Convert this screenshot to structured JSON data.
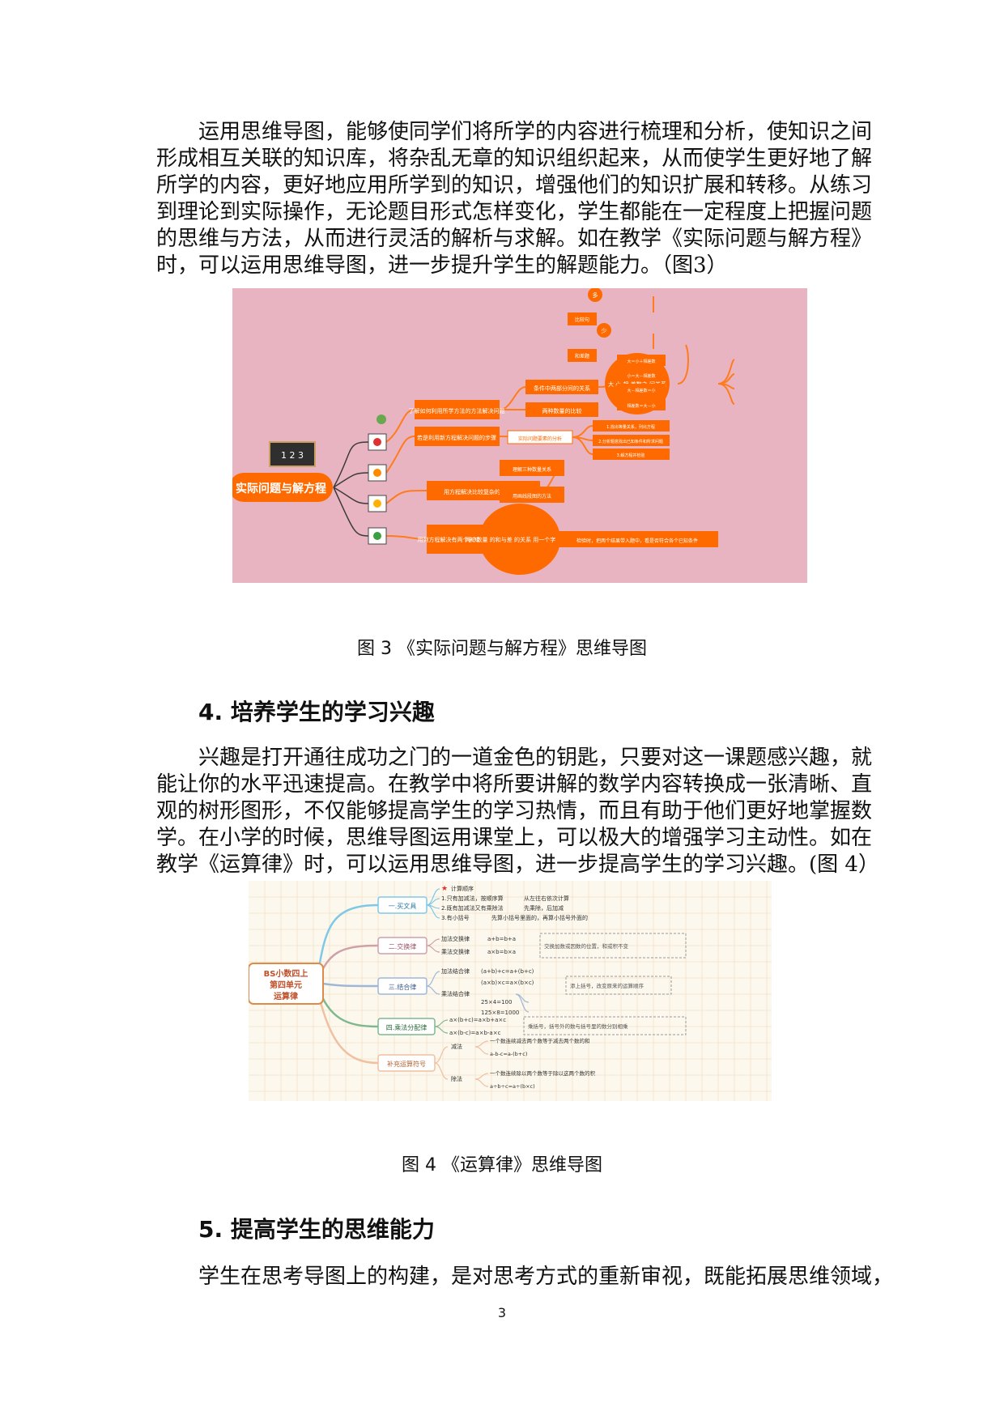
{
  "para1": {
    "lines": [
      "运用思维导图，能够使同学们将所学的内容进行梳理和分析，使知识之间",
      "形成相互关联的知识库，将杂乱无章的知识组织起来，从而使学生更好地了解",
      "所学的内容，更好地应用所学到的知识，增强他们的知识扩展和转移。从练习",
      "到理论到实际操作，无论题目形式怎样变化，学生都能在一定程度上把握问题",
      "的思维与方法，从而进行灵活的解析与求解。如在教学《实际问题与解方程》",
      "时，可以运用思维导图，进一步提升学生的解题能力。（图3）"
    ]
  },
  "figure3": {
    "caption": "图 3 《实际问题与解方程》思维导图",
    "central": "实际问题与解方程",
    "board": "1 2 3",
    "branch1": "了解如何利用所学方法的方法解决问题",
    "branch2": "若是利用新方程解决问题的步骤",
    "branch3": "用方程解决比较复杂的实际问题",
    "branch4": "用列方程解决有两个未知数的实际问题的思路与方法",
    "sub1a": "条件中两部分间的关系",
    "sub1b": "两种数量的比较",
    "sub2a": "实际问题要素的分析",
    "sub3a": "理解三种数量关系",
    "sub3b": "用画线段图的方法",
    "circle1": "大 小 相 差数之 间关系",
    "circle4": "两个数量 的和与差 的关系 用一个字 母表示",
    "top1": "多",
    "top2": "少",
    "topbox1": "比较句",
    "topbox2": "和差题",
    "right1": "大＝小＋相差数",
    "right2": "小＝大－相差数",
    "right3": "大－相差数＝小",
    "right4": "相差数＝大－小",
    "mid1": "1.找出等量关系，列出方程",
    "mid2": "2.分析题意找出已知条件和所求问题",
    "mid3": "3.解方程并检验",
    "final": "检验时，把两个结果带入题中，看是否符合各个已知条件"
  },
  "heading4": {
    "text": "4. 培养学生的学习兴趣"
  },
  "para2": {
    "lines": [
      "兴趣是打开通往成功之门的一道金色的钥匙，只要对这一课题感兴趣，就",
      "能让你的水平迅速提高。在教学中将所要讲解的数学内容转换成一张清晰、直",
      "观的树形图形，不仅能够提高学生的学习热情，而且有助于他们更好地掌握数",
      "学。在小学的时候，思维导图运用课堂上，可以极大的增强学习主动性。如在",
      "教学《运算律》时，可以运用思维导图，进一步提高学生的学习兴趣。(图 4）"
    ]
  },
  "figure4": {
    "caption": "图 4 《运算律》思维导图",
    "root_l1": "BS小数四上",
    "root_l2": "第四单元",
    "root_l3": "运算律",
    "b1": "一.买文具",
    "b2": "二.交换律",
    "b3": "三.结合律",
    "b4": "四.乘法分配律",
    "b5": "补充运算符号",
    "b1_star": "计算顺序",
    "b1_1": "1.只有加减法，按顺序算",
    "b1_1r": "从左往右依次计算",
    "b1_2": "2.既有加减法又有乘除法",
    "b1_2r": "先乘除，后加减",
    "b1_3": "3.有小括号",
    "b1_3r": "先算小括号里面的，再算小括号外面的",
    "b2_1": "加法交换律",
    "b2_1f": "a+b=b+a",
    "b2_2": "乘法交换律",
    "b2_2f": "a×b=b×a",
    "b2_note": "交换加数或因数的位置，和或积不变",
    "b3_1": "加法结合律",
    "b3_1f": "(a+b)+c=a+(b+c)",
    "b3_2": "乘法结合律",
    "b3_2f": "(a×b)×c=a×(b×c)",
    "b3_ex1": "25×4=100",
    "b3_ex2": "125×8=1000",
    "b3_note": "添上括号，改变原来的运算顺序",
    "b4_f1": "a×(b+c)=a×b+a×c",
    "b4_f2": "a×(b-c)=a×b-a×c",
    "b4_note": "乘括号，括号外的数与括号里的数分别相乘",
    "b5_1": "减法",
    "b5_2": "除法",
    "b5_1a": "一个数连续减去两个数等于减去两个数的和",
    "b5_1f": "a-b-c=a-(b+c)",
    "b5_2a": "一个数连续除以两个数等于除以这两个数的积",
    "b5_2f": "a÷b÷c=a÷(b×c)"
  },
  "heading5": {
    "text": "5. 提高学生的思维能力"
  },
  "para3": {
    "lines": [
      "学生在思考导图上的构建，是对思考方式的重新审视，既能拓展思维领域，"
    ]
  },
  "page_number": "3"
}
